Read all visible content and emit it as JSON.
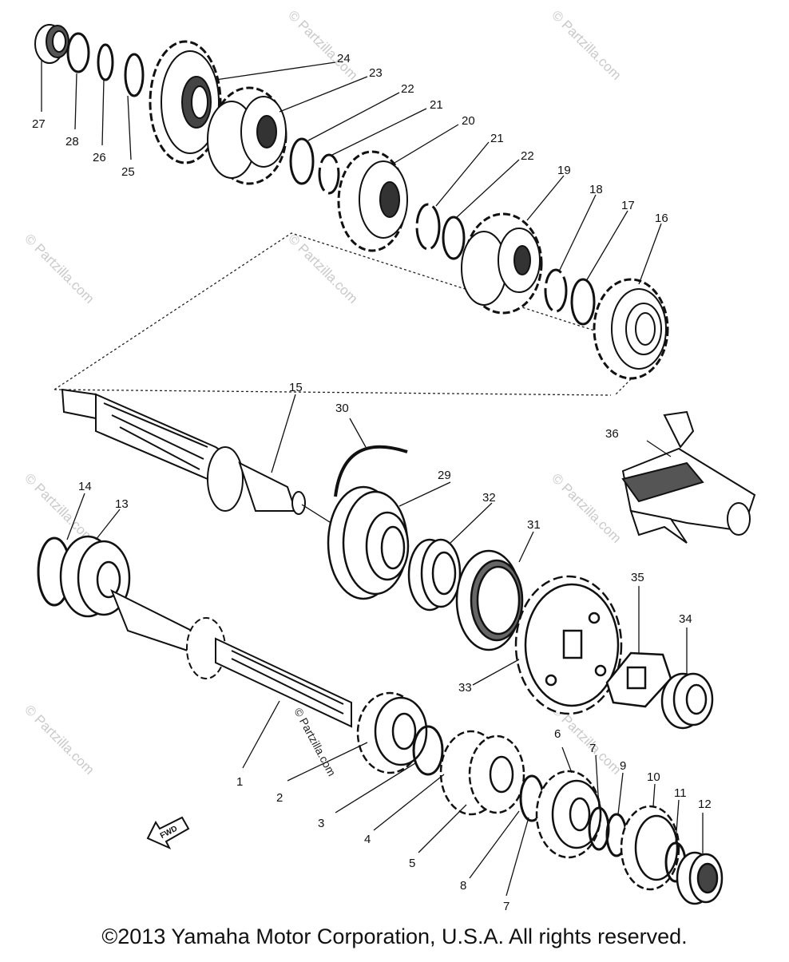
{
  "diagram": {
    "copyright": "©2013 Yamaha Motor Corporation, U.S.A. All rights reserved.",
    "fwd_label": "FWD",
    "watermark": "© Partzilla.com",
    "watermark_center": "© Partzilla.com",
    "callouts": [
      {
        "id": "c27",
        "text": "27"
      },
      {
        "id": "c28",
        "text": "28"
      },
      {
        "id": "c26",
        "text": "26"
      },
      {
        "id": "c25",
        "text": "25"
      },
      {
        "id": "c24",
        "text": "24"
      },
      {
        "id": "c23",
        "text": "23"
      },
      {
        "id": "c22a",
        "text": "22"
      },
      {
        "id": "c21a",
        "text": "21"
      },
      {
        "id": "c20",
        "text": "20"
      },
      {
        "id": "c21b",
        "text": "21"
      },
      {
        "id": "c22b",
        "text": "22"
      },
      {
        "id": "c19",
        "text": "19"
      },
      {
        "id": "c18",
        "text": "18"
      },
      {
        "id": "c17",
        "text": "17"
      },
      {
        "id": "c16",
        "text": "16"
      },
      {
        "id": "c15",
        "text": "15"
      },
      {
        "id": "c30",
        "text": "30"
      },
      {
        "id": "c29",
        "text": "29"
      },
      {
        "id": "c32",
        "text": "32"
      },
      {
        "id": "c31",
        "text": "31"
      },
      {
        "id": "c36",
        "text": "36"
      },
      {
        "id": "c14",
        "text": "14"
      },
      {
        "id": "c13",
        "text": "13"
      },
      {
        "id": "c35",
        "text": "35"
      },
      {
        "id": "c34",
        "text": "34"
      },
      {
        "id": "c33",
        "text": "33"
      },
      {
        "id": "c1",
        "text": "1"
      },
      {
        "id": "c2",
        "text": "2"
      },
      {
        "id": "c3",
        "text": "3"
      },
      {
        "id": "c4",
        "text": "4"
      },
      {
        "id": "c5",
        "text": "5"
      },
      {
        "id": "c6",
        "text": "6"
      },
      {
        "id": "c7a",
        "text": "7"
      },
      {
        "id": "c8",
        "text": "8"
      },
      {
        "id": "c7b",
        "text": "7"
      },
      {
        "id": "c9",
        "text": "9"
      },
      {
        "id": "c10",
        "text": "10"
      },
      {
        "id": "c11",
        "text": "11"
      },
      {
        "id": "c12",
        "text": "12"
      }
    ]
  }
}
